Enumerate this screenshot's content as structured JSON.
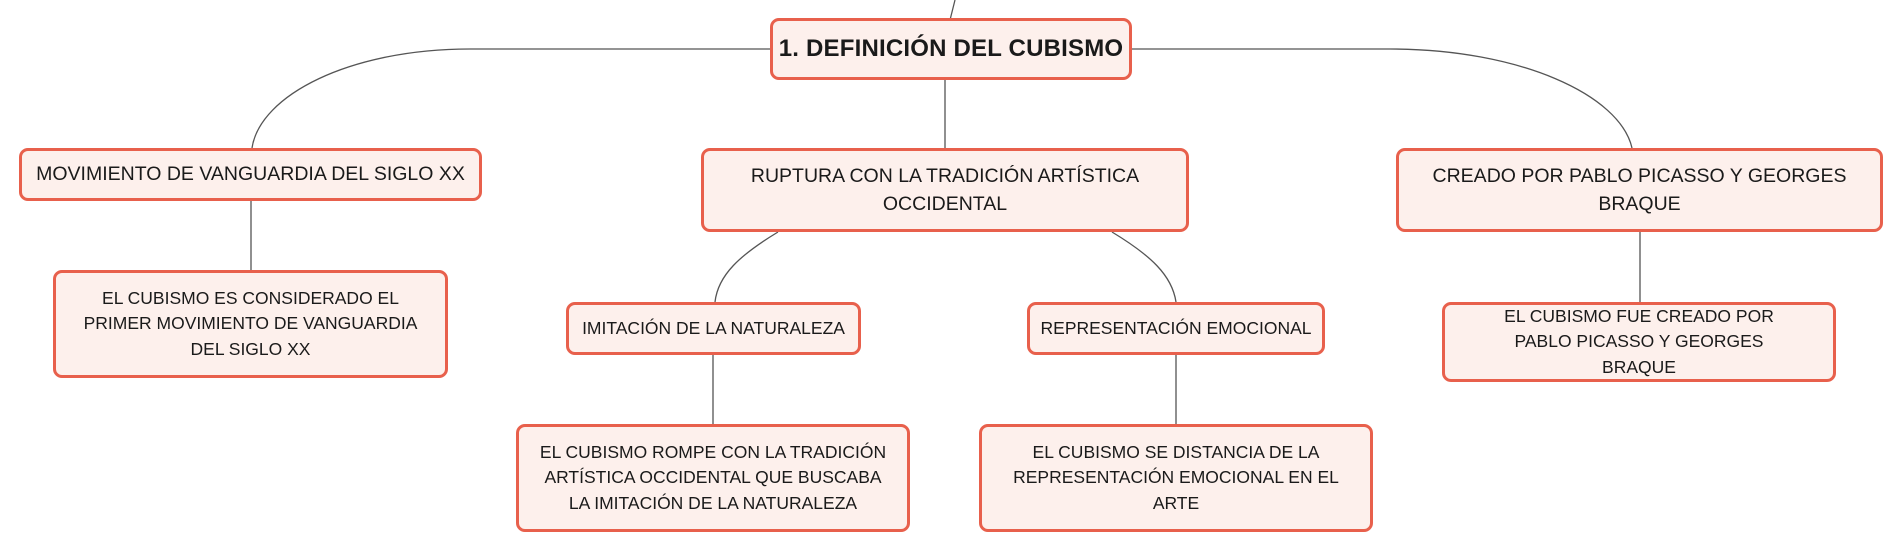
{
  "diagram": {
    "root": {
      "label": "1. DEFINICIÓN DEL CUBISMO"
    },
    "branches": [
      {
        "label": "MOVIMIENTO DE VANGUARDIA DEL SIGLO XX",
        "children": [
          {
            "label": "EL CUBISMO ES CONSIDERADO EL PRIMER MOVIMIENTO DE VANGUARDIA DEL SIGLO XX"
          }
        ]
      },
      {
        "label": "RUPTURA CON LA TRADICIÓN ARTÍSTICA OCCIDENTAL",
        "children": [
          {
            "label": "IMITACIÓN DE LA NATURALEZA",
            "children": [
              {
                "label": "EL CUBISMO ROMPE CON LA TRADICIÓN ARTÍSTICA OCCIDENTAL QUE BUSCABA LA IMITACIÓN DE LA NATURALEZA"
              }
            ]
          },
          {
            "label": "REPRESENTACIÓN EMOCIONAL",
            "children": [
              {
                "label": "EL CUBISMO SE DISTANCIA DE LA REPRESENTACIÓN EMOCIONAL EN EL ARTE"
              }
            ]
          }
        ]
      },
      {
        "label": "CREADO POR PABLO PICASSO Y GEORGES BRAQUE",
        "children": [
          {
            "label": "EL CUBISMO FUE CREADO POR PABLO PICASSO Y GEORGES BRAQUE"
          }
        ]
      }
    ]
  },
  "colors": {
    "node_border": "#e8604c",
    "node_fill": "#fdf0ec",
    "connector": "#555555"
  }
}
